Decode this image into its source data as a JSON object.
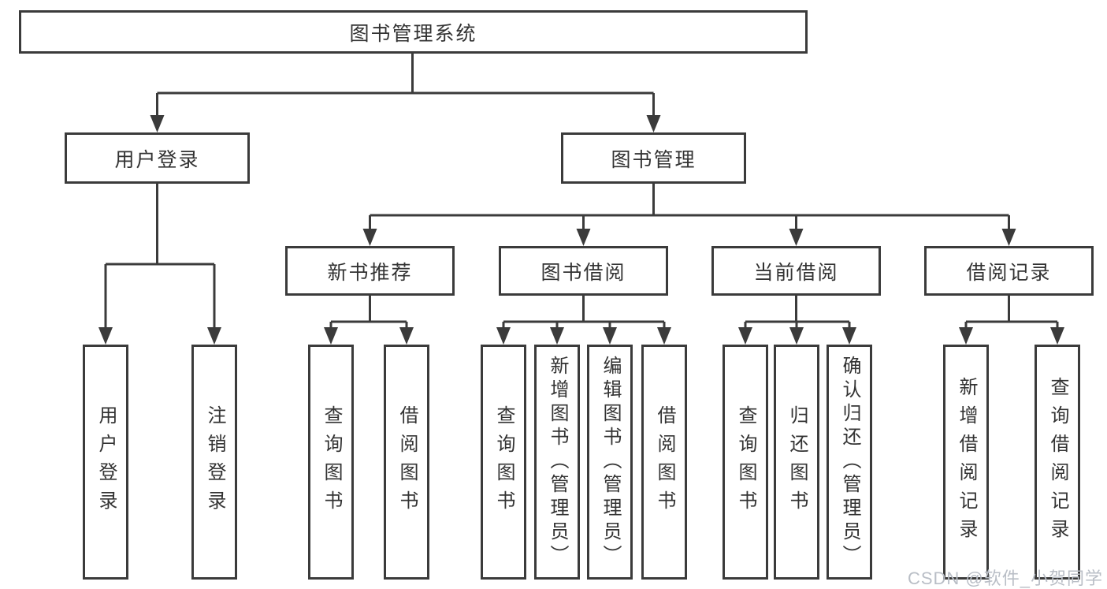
{
  "colors": {
    "line": "#3b3b3b",
    "box_border": "#3b3b3b",
    "box_fill": "#ffffff",
    "text": "#333333",
    "watermark": "#b9bec6"
  },
  "diagram": {
    "root": {
      "label": "图书管理系统"
    },
    "branches": [
      {
        "label": "用户登录",
        "children": [
          {
            "label": "用户登录"
          },
          {
            "label": "注销登录"
          }
        ]
      },
      {
        "label": "图书管理",
        "children": [
          {
            "label": "新书推荐",
            "children": [
              {
                "label": "查询图书"
              },
              {
                "label": "借阅图书"
              }
            ]
          },
          {
            "label": "图书借阅",
            "children": [
              {
                "label": "查询图书"
              },
              {
                "label": "新增图书（管理员）"
              },
              {
                "label": "编辑图书（管理员）"
              },
              {
                "label": "借阅图书"
              }
            ]
          },
          {
            "label": "当前借阅",
            "children": [
              {
                "label": "查询图书"
              },
              {
                "label": "归还图书"
              },
              {
                "label": "确认归还（管理员）"
              }
            ]
          },
          {
            "label": "借阅记录",
            "children": [
              {
                "label": "新增借阅记录"
              },
              {
                "label": "查询借阅记录"
              }
            ]
          }
        ]
      }
    ]
  },
  "watermark": {
    "text": "CSDN @软件_小贺同学"
  }
}
